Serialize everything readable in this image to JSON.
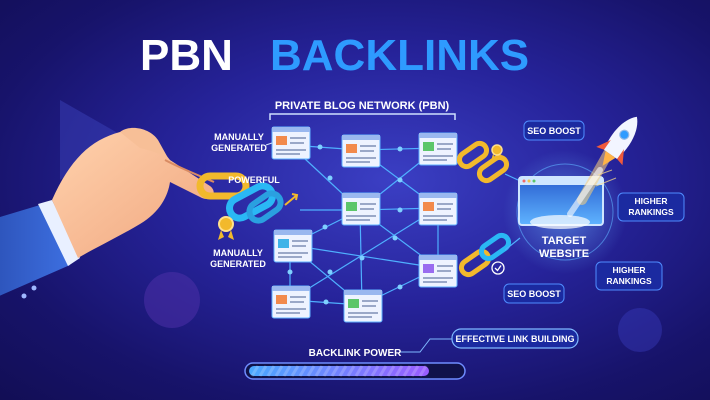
{
  "title": {
    "part1": "PBN",
    "part2": "BACKLINKS"
  },
  "network_label": "PRIVATE BLOG NETWORK (PBN)",
  "labels": {
    "manually_generated_top_1": "MANUALLY",
    "manually_generated_top_2": "GENERATED",
    "powerful": "POWERFUL",
    "manually_generated_bottom_1": "MANUALLY",
    "manually_generated_bottom_2": "GENERATED",
    "seo_boost_top": "SEO BOOST",
    "seo_boost_bottom": "SEO BOOST",
    "higher_rankings_1_a": "HIGHER",
    "higher_rankings_1_b": "RANKINGS",
    "higher_rankings_2_a": "HIGHER",
    "higher_rankings_2_b": "RANKINGS",
    "target_1": "TARGET",
    "target_2": "WEBSITE",
    "effective_link_building": "EFFECTIVE LINK BUILDING",
    "backlink_power": "BACKLINK POWER"
  },
  "colors": {
    "title_white": "#ffffff",
    "title_blue": "#2e9bff",
    "chain_gold": "#f2b92c",
    "chain_blue": "#2ab8f5",
    "power_bar": "#8a5cff"
  },
  "backlink_power_level": 0.85,
  "icons": [
    "chain-link-icon",
    "medal-icon",
    "check-icon",
    "rocket-icon",
    "arrow-up-icon",
    "hand-icon"
  ]
}
